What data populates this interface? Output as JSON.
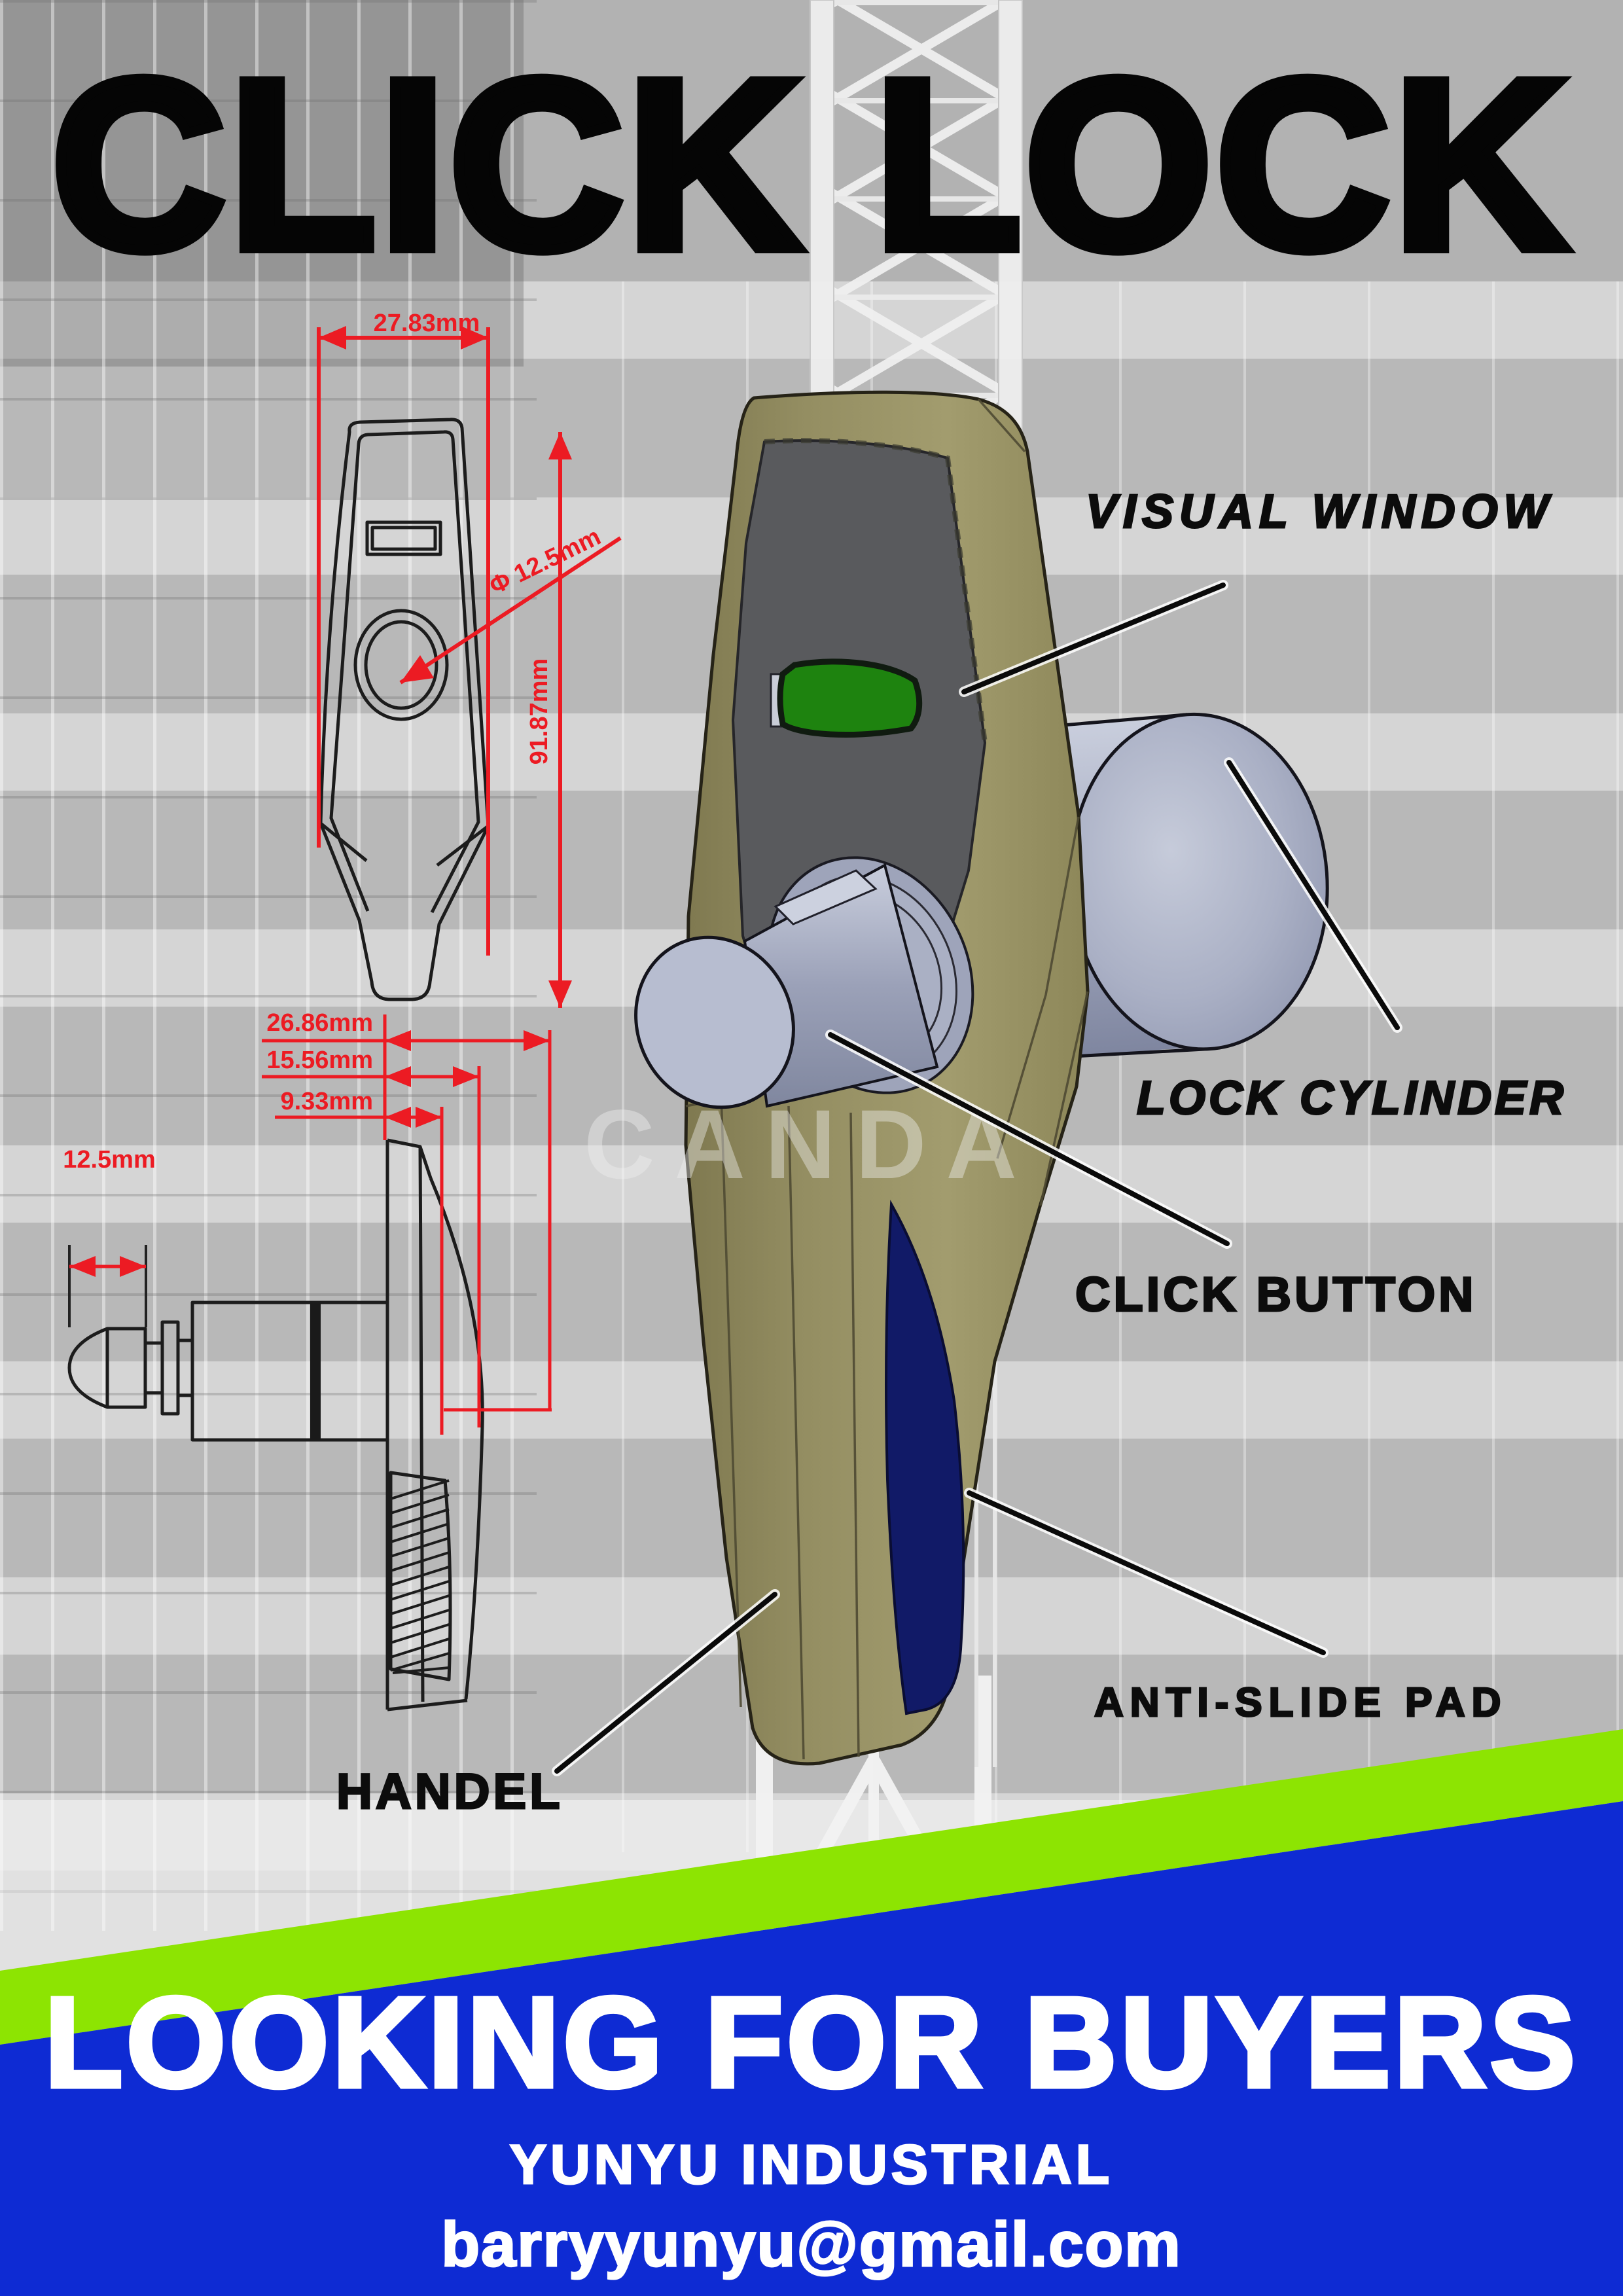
{
  "poster": {
    "title": "CLICK LOCK",
    "watermark": "CANDA"
  },
  "product_labels": {
    "visual_window": "VISUAL WINDOW",
    "lock_cylinder": "LOCK CYLINDER",
    "click_button": "CLICK BUTTON",
    "anti_slide_pad": "ANTI-SLIDE PAD",
    "handel": "HANDEL"
  },
  "dimensions": {
    "front_width": "27.83mm",
    "front_diameter": "Φ 12.5mm",
    "front_height": "91.87mm",
    "side_depth_total": "26.86mm",
    "side_depth_mid": "15.56mm",
    "side_depth_small": "9.33mm",
    "cam_length": "12.5mm"
  },
  "banner": {
    "headline": "LOOKING FOR BUYERS",
    "company": "YUNYU INDUSTRIAL",
    "email": "barryyunyu@gmail.com"
  },
  "colors": {
    "dim_red": "#EC1B23",
    "stripe_green": "#8DE402",
    "banner_blue": "#0E2BD3",
    "body_khaki": "#9A9466",
    "face_gray": "#595A5D",
    "window_green": "#1E830F",
    "pad_navy": "#111A67",
    "cylinder_gray": "#A7ADC2",
    "label_black": "#0C0C0C",
    "banner_text": "#FFFFFF"
  }
}
